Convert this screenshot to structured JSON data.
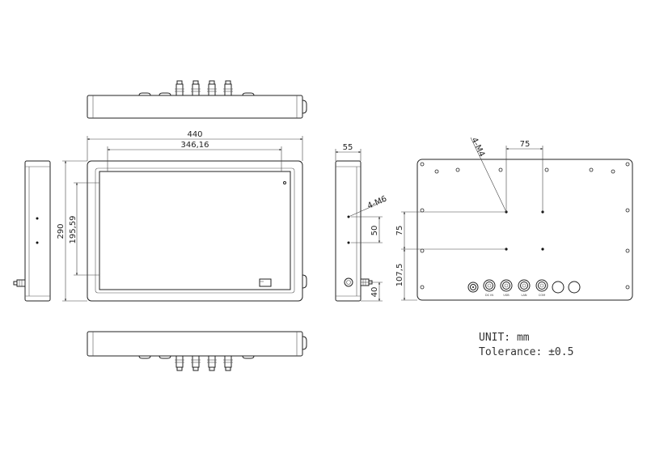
{
  "front_view": {
    "width_dim": "440",
    "screen_width_dim": "346,16",
    "height_dim": "290",
    "screen_height_dim": "195,59"
  },
  "side_view": {
    "depth_dim": "55",
    "mount_label": "4-M6",
    "hole_spacing_dim": "50",
    "connector_height_dim": "40"
  },
  "rear_view": {
    "mount_label": "4-M4",
    "hole_spacing_h_dim": "75",
    "hole_spacing_v_dim": "75",
    "hole_offset_dim": "107,5",
    "connector_labels": [
      "DC IN",
      "USB",
      "LAN",
      "COM"
    ]
  },
  "notes": {
    "unit": "UNIT: mm",
    "tolerance": "Tolerance: ±0.5"
  }
}
